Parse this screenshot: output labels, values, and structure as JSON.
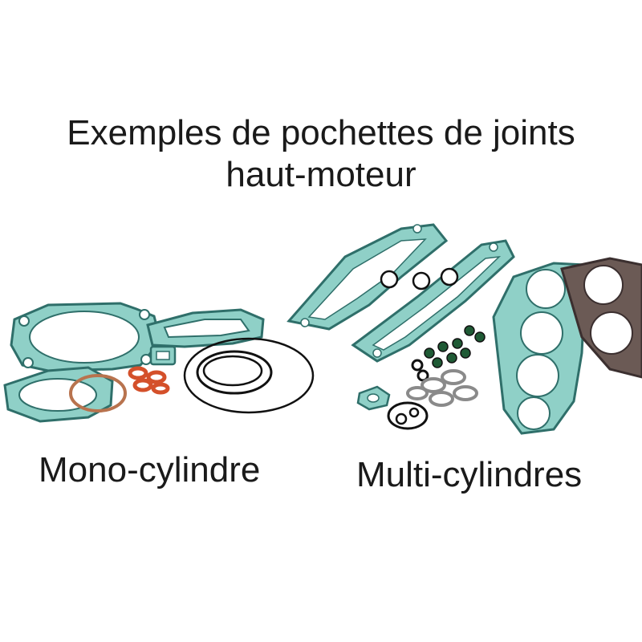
{
  "title": {
    "line1": "Exemples de pochettes de joints",
    "line2": "haut-moteur"
  },
  "captions": {
    "mono": "Mono-cylindre",
    "multi": "Multi-cylindres"
  },
  "colors": {
    "gasket_teal": "#7fc9c1",
    "gasket_outline": "#2f6f6a",
    "gasket_dark": "#3b2f2f",
    "oring_orange": "#d4502a",
    "oring_copper": "#b8734e",
    "seal_green": "#1f5a35",
    "ring_black": "#111111",
    "ring_gray": "#8a8a8a"
  }
}
